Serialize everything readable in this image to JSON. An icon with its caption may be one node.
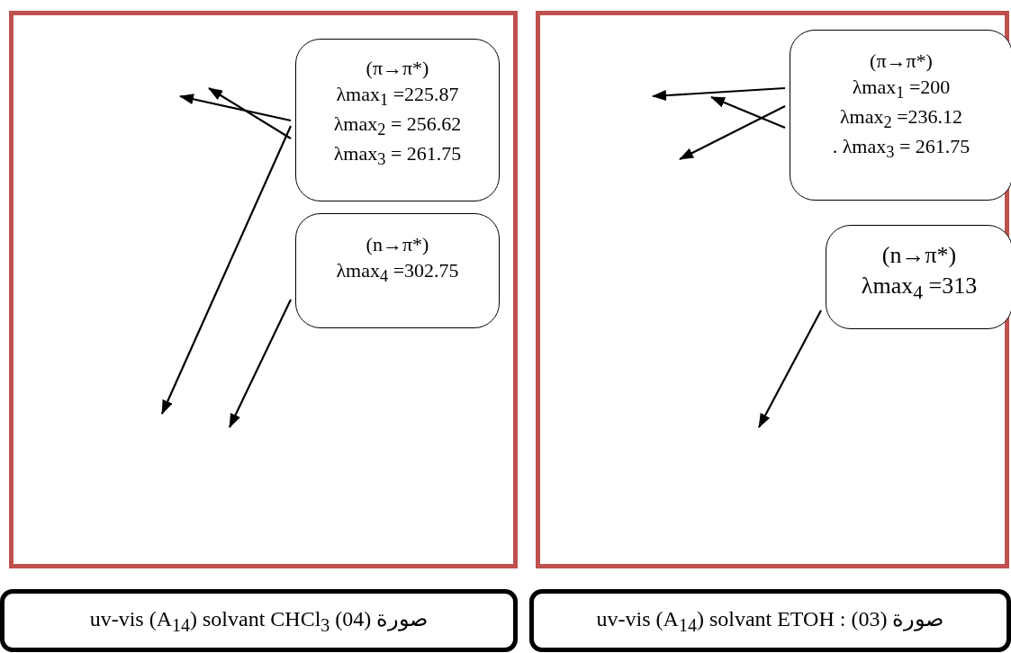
{
  "diagram": {
    "nodes": [
      {
        "text": [],
        "shape": "box"
      },
      {
        "text": [
          "(π→π*)",
          "λmax$_{1}$ =225.87",
          "λmax$_{2}$ = 256.62",
          "λmax$_{3}$ = 261.75"
        ],
        "in": 0
      },
      {
        "text": [
          "(n→π*)",
          "λmax$_{4}$ =302.75"
        ],
        "in": 0
      },
      {
        "text": [],
        "shape": "box"
      },
      {
        "text": [
          "(π→π*)",
          "λmax$_{1}$ =200",
          "λmax$_{2}$ =236.12",
          ". λmax$_{3}$ = 261.75"
        ],
        "in": 3
      },
      {
        "text": [
          "(n→π*)",
          "λmax$_{4}$ =313"
        ],
        "in": 3
      },
      {
        "text": [
          "uv-vis (A$_{14}$) solvant CHCl$_{3}$ (04) صورة"
        ]
      },
      {
        "text": [
          "uv-vis (A$_{14}$) solvant ETOH : (03) صورة"
        ]
      }
    ],
    "edges": [
      {
        "from": 1,
        "to": null,
        "arrow": "to"
      },
      {
        "from": 1,
        "to": null,
        "arrow": "to"
      },
      {
        "from": 1,
        "to": null,
        "arrow": "to"
      },
      {
        "from": 2,
        "to": null,
        "arrow": "to"
      },
      {
        "from": 4,
        "to": null,
        "arrow": "to"
      },
      {
        "from": 4,
        "to": null,
        "arrow": "to"
      },
      {
        "from": 4,
        "to": null,
        "arrow": "to"
      },
      {
        "from": 5,
        "to": null,
        "arrow": "to"
      }
    ]
  }
}
